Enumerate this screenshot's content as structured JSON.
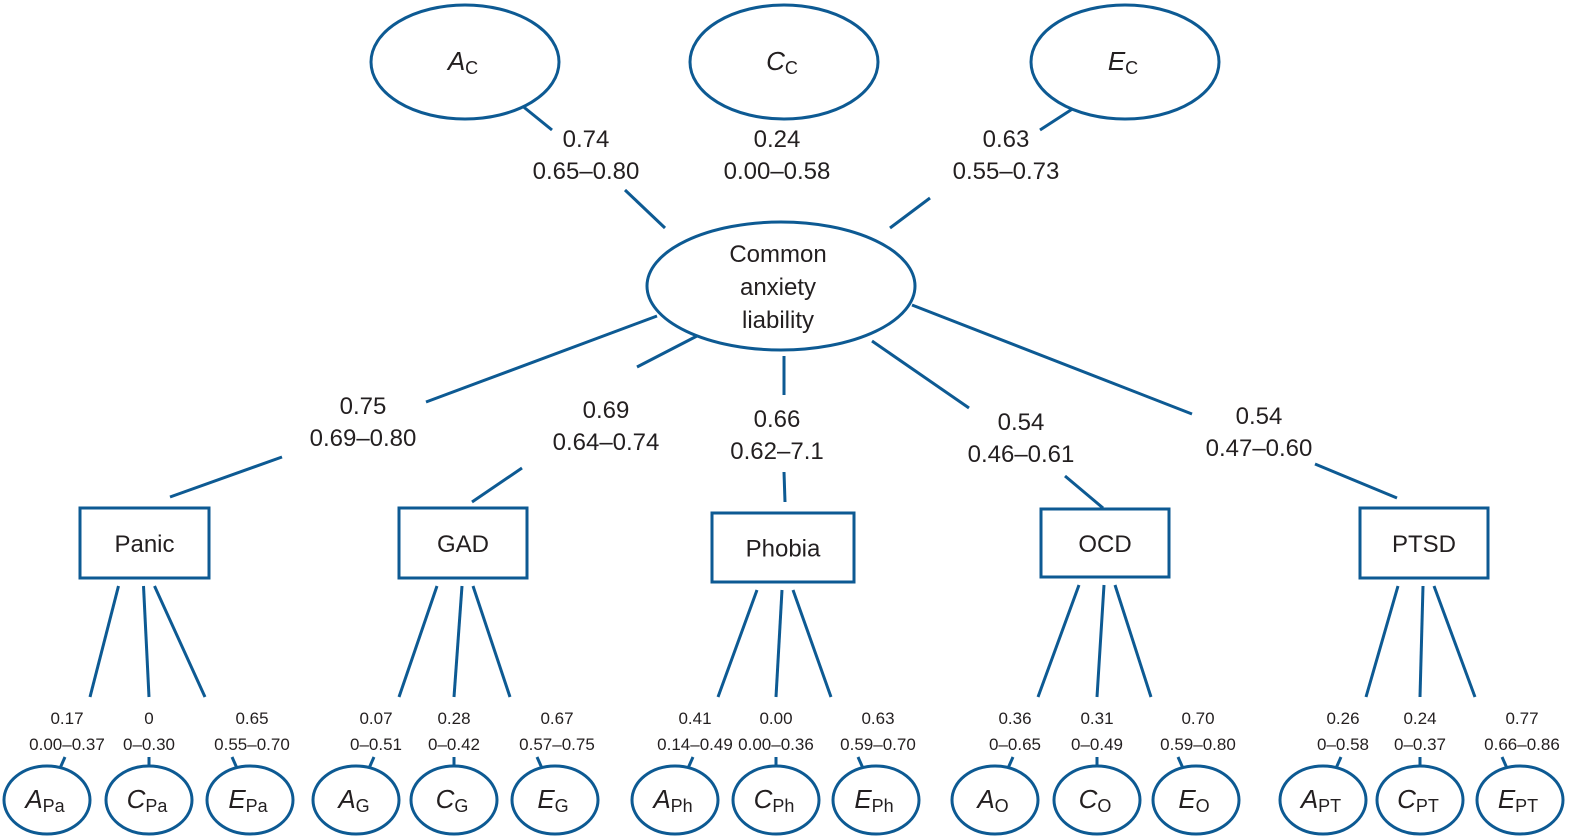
{
  "diagram": {
    "title": "",
    "colors": {
      "line": "#0d5a93",
      "text": "#231f20",
      "background": "#ffffff"
    },
    "common_factors": [
      {
        "id": "AC",
        "symbol": "A",
        "subscript": "C",
        "estimate": "0.74",
        "ci": "0.65–0.80"
      },
      {
        "id": "CC",
        "symbol": "C",
        "subscript": "C",
        "estimate": "0.24",
        "ci": "0.00–0.58"
      },
      {
        "id": "EC",
        "symbol": "E",
        "subscript": "C",
        "estimate": "0.63",
        "ci": "0.55–0.73"
      }
    ],
    "latent": {
      "id": "common",
      "lines": [
        "Common",
        "anxiety",
        "liability"
      ]
    },
    "disorders": [
      {
        "id": "panic",
        "label": "Panic",
        "loading": "0.75",
        "loading_ci": "0.69–0.80",
        "specific": [
          {
            "symbol": "A",
            "subscript": "Pa",
            "estimate": "0.17",
            "ci": "0.00–0.37"
          },
          {
            "symbol": "C",
            "subscript": "Pa",
            "estimate": "0",
            "ci": "0–0.30"
          },
          {
            "symbol": "E",
            "subscript": "Pa",
            "estimate": "0.65",
            "ci": "0.55–0.70"
          }
        ]
      },
      {
        "id": "gad",
        "label": "GAD",
        "loading": "0.69",
        "loading_ci": "0.64–0.74",
        "specific": [
          {
            "symbol": "A",
            "subscript": "G",
            "estimate": "0.07",
            "ci": "0–0.51"
          },
          {
            "symbol": "C",
            "subscript": "G",
            "estimate": "0.28",
            "ci": "0–0.42"
          },
          {
            "symbol": "E",
            "subscript": "G",
            "estimate": "0.67",
            "ci": "0.57–0.75"
          }
        ]
      },
      {
        "id": "phobia",
        "label": "Phobia",
        "loading": "0.66",
        "loading_ci": "0.62–7.1",
        "specific": [
          {
            "symbol": "A",
            "subscript": "Ph",
            "estimate": "0.41",
            "ci": "0.14–0.49"
          },
          {
            "symbol": "C",
            "subscript": "Ph",
            "estimate": "0.00",
            "ci": "0.00–0.36"
          },
          {
            "symbol": "E",
            "subscript": "Ph",
            "estimate": "0.63",
            "ci": "0.59–0.70"
          }
        ]
      },
      {
        "id": "ocd",
        "label": "OCD",
        "loading": "0.54",
        "loading_ci": "0.46–0.61",
        "specific": [
          {
            "symbol": "A",
            "subscript": "O",
            "estimate": "0.36",
            "ci": "0–0.65"
          },
          {
            "symbol": "C",
            "subscript": "O",
            "estimate": "0.31",
            "ci": "0–0.49"
          },
          {
            "symbol": "E",
            "subscript": "O",
            "estimate": "0.70",
            "ci": "0.59–0.80"
          }
        ]
      },
      {
        "id": "ptsd",
        "label": "PTSD",
        "loading": "0.54",
        "loading_ci": "0.47–0.60",
        "specific": [
          {
            "symbol": "A",
            "subscript": "PT",
            "estimate": "0.26",
            "ci": "0–0.58"
          },
          {
            "symbol": "C",
            "subscript": "PT",
            "estimate": "0.24",
            "ci": "0–0.37"
          },
          {
            "symbol": "E",
            "subscript": "PT",
            "estimate": "0.77",
            "ci": "0.66–0.86"
          }
        ]
      }
    ]
  }
}
